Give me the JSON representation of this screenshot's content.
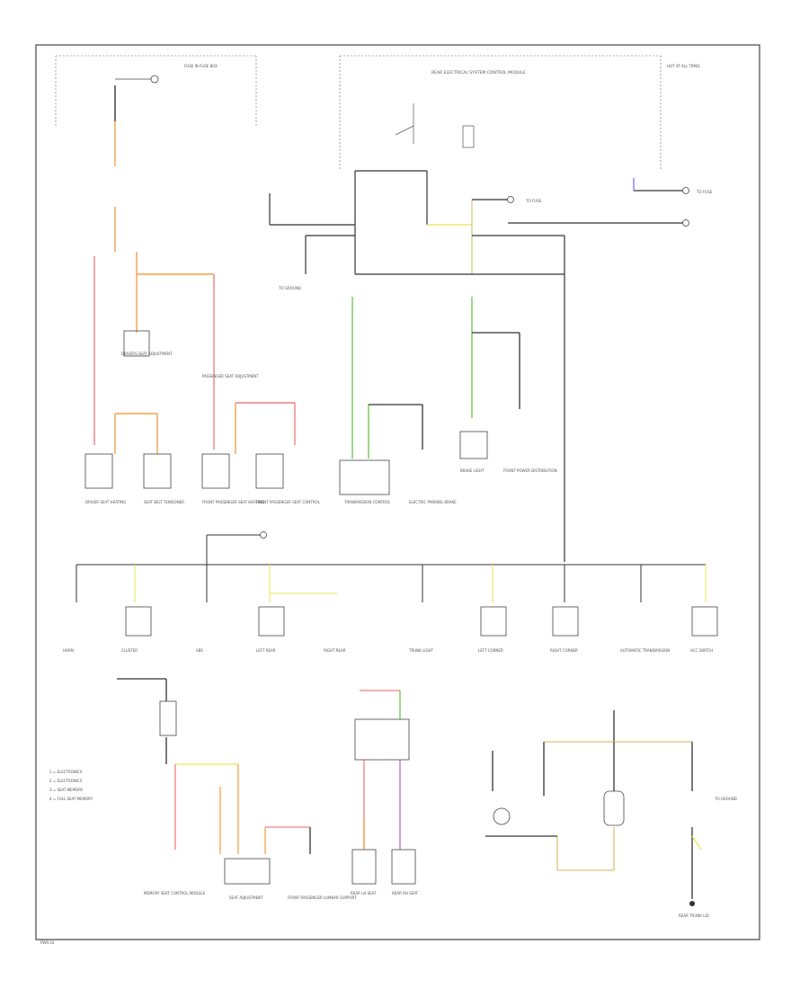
{
  "colors": {
    "frame": "#444444",
    "wire_black": "#333333",
    "wire_orange": "#f5a04a",
    "wire_pink": "#f08080",
    "wire_green": "#6cc24a",
    "wire_yellow": "#e6e64d",
    "wire_violet": "#cc66cc",
    "wire_blue": "#6666ff",
    "wire_tan": "#d9c27a",
    "text": "#555555"
  },
  "labels": {
    "rear_electrical_control_module": "REAR ELECTRICAL SYSTEM CONTROL MODULE",
    "fuse_top_left": "FUSE IN FUSE BOX",
    "hot_top_right": "HOT AT ALL TIMES",
    "to_fuse_1": "TO FUSE",
    "to_fuse_2": "TO FUSE",
    "to_ground_1": "TO GROUND",
    "to_ground_2": "TO GROUND",
    "drivers_seat": "DRIVERS SEAT ADJUSTMENT",
    "passenger_seat": "PASSENGER SEAT ADJUSTMENT",
    "comp_1": "DRIVER SEAT HEATING",
    "comp_2": "SEAT BELT TENSIONER",
    "comp_3": "FRONT PASSENGER SEAT HEATING",
    "comp_4": "FRONT PASSENGER SEAT CONTROL",
    "comp_5": "TRANSMISSION CONTROL",
    "comp_6": "ELECTRIC PARKING BRAKE",
    "comp_7": "BRAKE LIGHT",
    "comp_8": "FRONT POWER DISTRIBUTION",
    "bottom_1": "HORN",
    "bottom_2": "CLUSTER",
    "bottom_3": "ABS",
    "bottom_4": "LEFT REAR",
    "bottom_5": "RIGHT REAR",
    "bottom_6": "TRUNK LIGHT",
    "bottom_7": "LEFT CORNER",
    "bottom_8": "RIGHT CORNER",
    "bottom_9": "AUTOMATIC TRANSMISSION",
    "bottom_10": "ACC SWITCH",
    "legend_1": "1 = ELECTRONICS",
    "legend_2": "2 = ELECTRONICS",
    "legend_3": "3 = SEAT MEMORY",
    "legend_4": "4 = FULL SEAT MEMORY",
    "low_1": "MEMORY SEAT CONTROL MODULE",
    "low_2": "SEAT ADJUSTMENT",
    "low_3": "FRONT PASSENGER LUMBAR SUPPORT",
    "low_4": "REAR LH SEAT",
    "low_5": "REAR RH SEAT",
    "low_6": "REAR TRUNK LID",
    "corner_code": "PWR-24"
  }
}
